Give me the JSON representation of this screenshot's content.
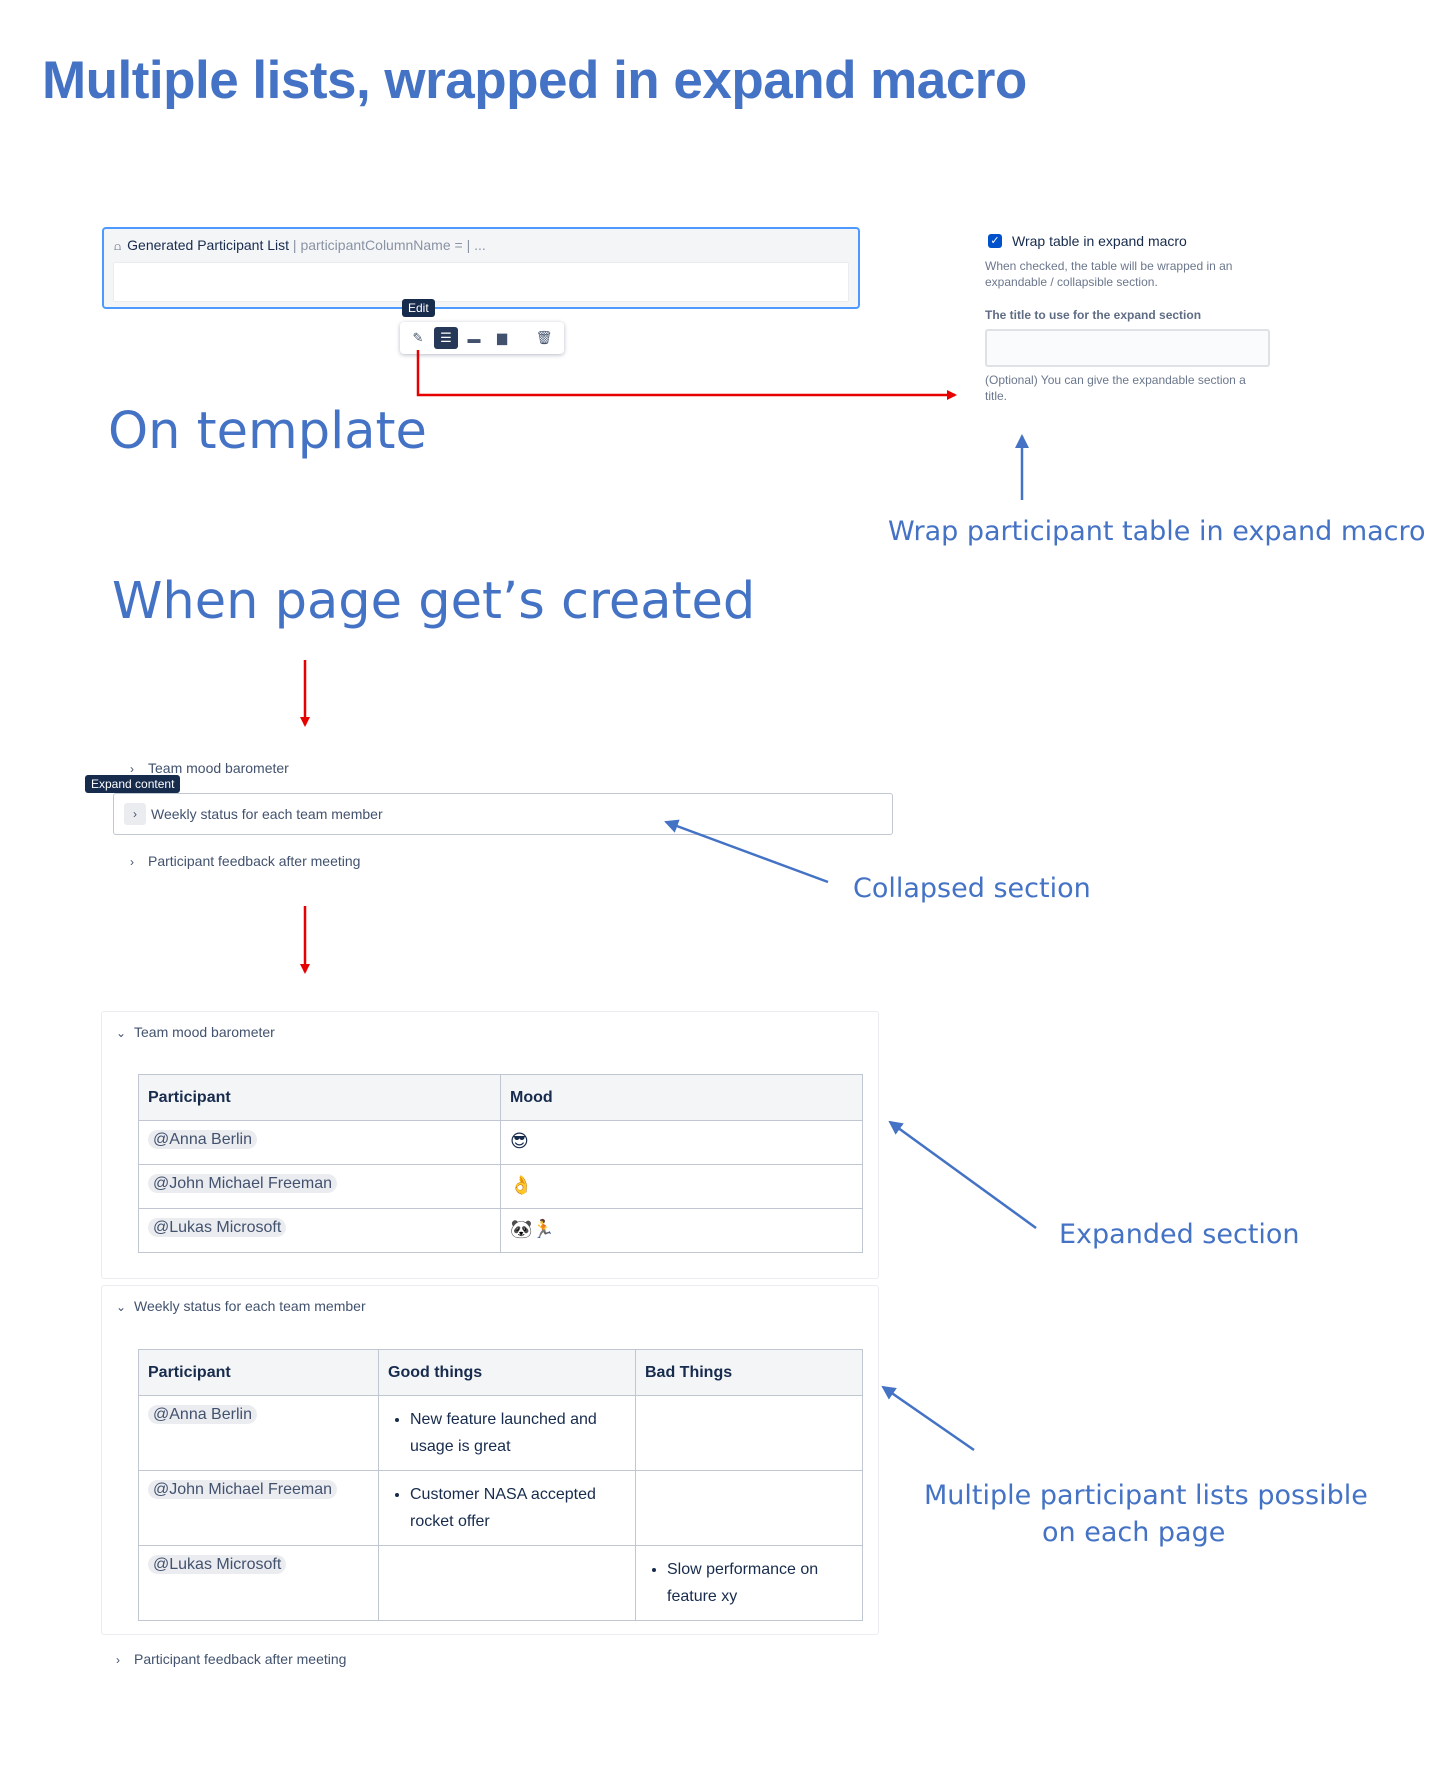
{
  "title": "Multiple lists, wrapped in expand macro",
  "template_editor": {
    "macro_title": "Generated Participant List",
    "macro_params": "| participantColumnName = | ...",
    "edit_tooltip": "Edit"
  },
  "settings": {
    "checkbox_checked": true,
    "checkbox_label": "Wrap table in expand macro",
    "checkbox_help": "When checked, the table will be wrapped in an expandable / collapsible section.",
    "field_label": "The title to use for the expand section",
    "field_value": "",
    "field_help": "(Optional) You can give the expandable section a title."
  },
  "annotations": {
    "on_template": "On template",
    "wrap_note": "Wrap participant table in expand macro",
    "page_created": "When page get’s created",
    "collapsed": "Collapsed section",
    "expanded": "Expanded section",
    "multiple_line1": "Multiple participant lists possible",
    "multiple_line2": "on each page"
  },
  "collapsed_view": {
    "tooltip": "Expand content",
    "items": [
      "Team mood barometer",
      "Weekly status for each team member",
      "Participant feedback after meeting"
    ]
  },
  "expanded_view": {
    "mood_section": {
      "title": "Team mood barometer",
      "headers": [
        "Participant",
        "Mood"
      ],
      "rows": [
        {
          "participant": "@Anna Berlin",
          "mood": "😎"
        },
        {
          "participant": "@John Michael Freeman",
          "mood": "👌"
        },
        {
          "participant": "@Lukas Microsoft",
          "mood": "🐼🏃"
        }
      ]
    },
    "status_section": {
      "title": "Weekly status for each team member",
      "headers": [
        "Participant",
        "Good things",
        "Bad Things"
      ],
      "rows": [
        {
          "participant": "@Anna Berlin",
          "good": "New feature launched and usage is great",
          "bad": ""
        },
        {
          "participant": "@John Michael Freeman",
          "good": "Customer NASA accepted rocket offer",
          "bad": ""
        },
        {
          "participant": "@Lukas Microsoft",
          "good": "",
          "bad": "Slow performance on feature xy"
        }
      ]
    },
    "feedback_section": {
      "title": "Participant feedback after meeting"
    }
  },
  "colors": {
    "annotation_blue": "#4472c4",
    "arrow_red": "#e60000",
    "selected_border": "#4c9aff",
    "checkbox_blue": "#0052cc"
  }
}
